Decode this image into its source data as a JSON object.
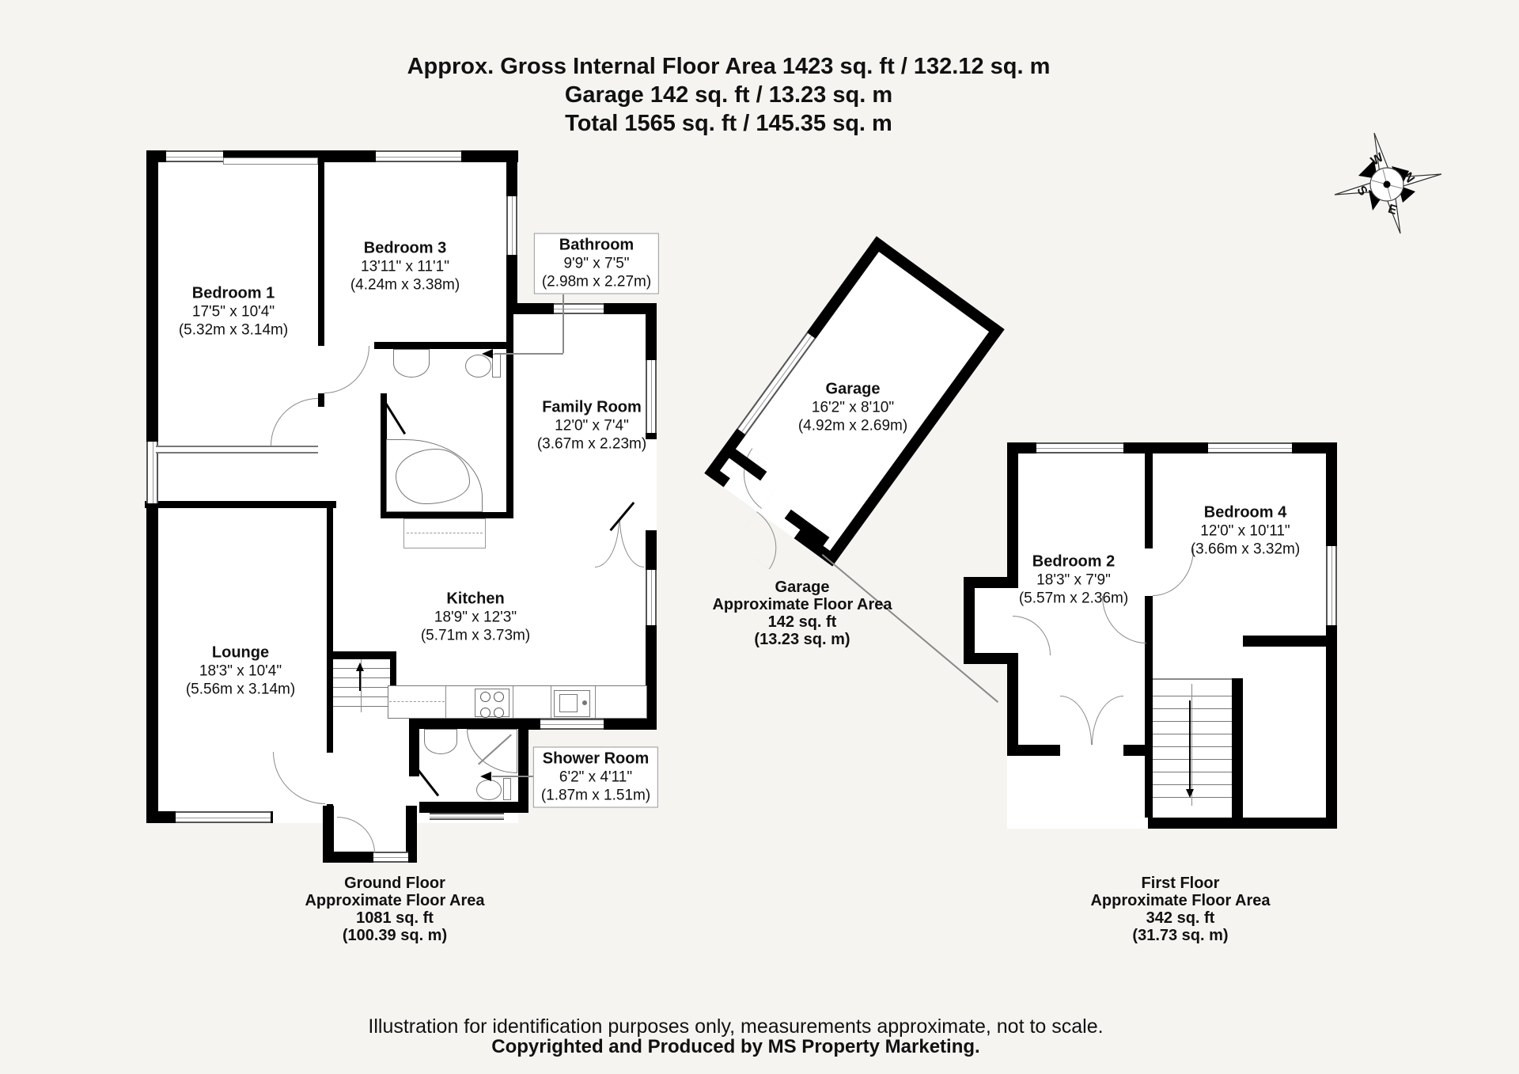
{
  "header": {
    "line1": "Approx. Gross Internal Floor Area 1423 sq. ft / 132.12 sq. m",
    "line2": "Garage 142 sq. ft / 13.23 sq. m",
    "line3": "Total 1565 sq. ft / 145.35 sq. m"
  },
  "ground_floor": {
    "rooms": {
      "bedroom1": {
        "name": "Bedroom 1",
        "dims": "17'5\" x 10'4\"",
        "metric": "(5.32m x 3.14m)"
      },
      "bedroom3": {
        "name": "Bedroom 3",
        "dims": "13'11\" x 11'1\"",
        "metric": "(4.24m x 3.38m)"
      },
      "bathroom": {
        "name": "Bathroom",
        "dims": "9'9\" x 7'5\"",
        "metric": "(2.98m x 2.27m)"
      },
      "family_room": {
        "name": "Family Room",
        "dims": "12'0\" x 7'4\"",
        "metric": "(3.67m x 2.23m)"
      },
      "kitchen": {
        "name": "Kitchen",
        "dims": "18'9\" x 12'3\"",
        "metric": "(5.71m x 3.73m)"
      },
      "lounge": {
        "name": "Lounge",
        "dims": "18'3\" x 10'4\"",
        "metric": "(5.56m x 3.14m)"
      },
      "shower_room": {
        "name": "Shower Room",
        "dims": "6'2\" x 4'11\"",
        "metric": "(1.87m x 1.51m)"
      }
    },
    "area": {
      "title": "Ground Floor",
      "subtitle": "Approximate Floor Area",
      "sqft": "1081 sq. ft",
      "sqm": "(100.39 sq. m)"
    }
  },
  "garage": {
    "room": {
      "name": "Garage",
      "dims": "16'2\" x 8'10\"",
      "metric": "(4.92m x 2.69m)"
    },
    "area": {
      "title": "Garage",
      "subtitle": "Approximate Floor Area",
      "sqft": "142 sq. ft",
      "sqm": "(13.23 sq. m)"
    }
  },
  "first_floor": {
    "rooms": {
      "bedroom2": {
        "name": "Bedroom 2",
        "dims": "18'3\" x 7'9\"",
        "metric": "(5.57m x 2.36m)"
      },
      "bedroom4": {
        "name": "Bedroom 4",
        "dims": "12'0\" x 10'11\"",
        "metric": "(3.66m x 3.32m)"
      }
    },
    "area": {
      "title": "First Floor",
      "subtitle": "Approximate Floor Area",
      "sqft": "342 sq. ft",
      "sqm": "(31.73 sq. m)"
    }
  },
  "compass": {
    "north": "N",
    "east": "E",
    "south": "S",
    "west": "W"
  },
  "footer": {
    "line1": "Illustration for identification purposes only, measurements approximate, not to scale.",
    "line2": "Copyrighted  and Produced by MS Property Marketing."
  },
  "colors": {
    "wall": "#000000",
    "line": "#8a8a8a",
    "text": "#111111",
    "page_bg": "#f5f4f1"
  }
}
